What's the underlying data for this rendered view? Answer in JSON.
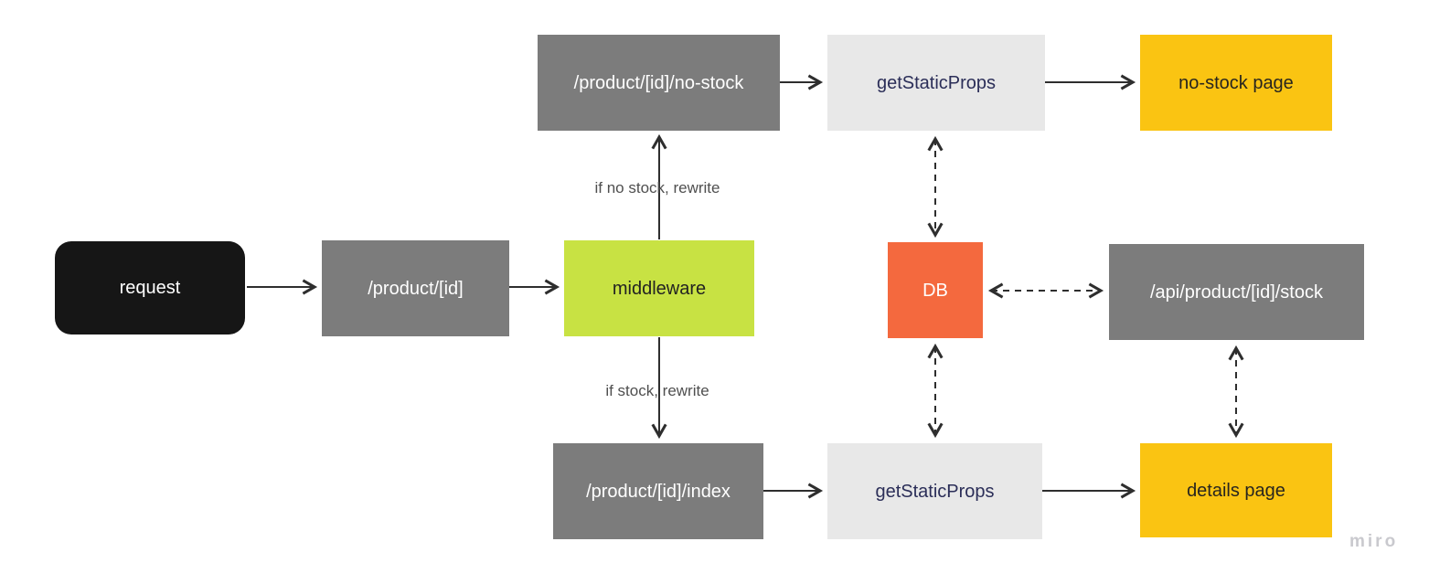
{
  "diagram": {
    "watermark": "miro",
    "colors": {
      "background": "#ffffff",
      "gray_node": "#7c7c7c",
      "light_gray_node": "#e8e8e8",
      "yellow_node": "#fac412",
      "lime_node": "#c8e243",
      "orange_node": "#f4693e",
      "black_node": "#161616",
      "connector": "#2e2e2e",
      "navy_text": "#2b2e58",
      "edge_label_text": "#4f4f4f",
      "watermark_text": "#c9c9ce"
    },
    "nodes": [
      {
        "id": "request",
        "label": "request",
        "shape": "rounded-rect",
        "color": "black"
      },
      {
        "id": "product-id",
        "label": "/product/[id]",
        "shape": "rect",
        "color": "gray"
      },
      {
        "id": "middleware",
        "label": "middleware",
        "shape": "rect",
        "color": "lime"
      },
      {
        "id": "product-id-no-stock",
        "label": "/product/[id]/no-stock",
        "shape": "rect",
        "color": "gray"
      },
      {
        "id": "get-static-props-top",
        "label": "getStaticProps",
        "shape": "rect",
        "color": "light-gray"
      },
      {
        "id": "no-stock-page",
        "label": "no-stock page",
        "shape": "rect",
        "color": "yellow"
      },
      {
        "id": "db",
        "label": "DB",
        "shape": "rect",
        "color": "orange"
      },
      {
        "id": "api-product-id-stock",
        "label": "/api/product/[id]/stock",
        "shape": "rect",
        "color": "gray"
      },
      {
        "id": "product-id-index",
        "label": "/product/[id]/index",
        "shape": "rect",
        "color": "gray"
      },
      {
        "id": "get-static-props-bottom",
        "label": "getStaticProps",
        "shape": "rect",
        "color": "light-gray"
      },
      {
        "id": "details-page",
        "label": "details page",
        "shape": "rect",
        "color": "yellow"
      }
    ],
    "edge_labels": {
      "no_stock": "if no stock, rewrite",
      "stock": "if stock, rewrite"
    },
    "edges": [
      {
        "from": "request",
        "to": "product-id",
        "style": "solid",
        "direction": "forward"
      },
      {
        "from": "product-id",
        "to": "middleware",
        "style": "solid",
        "direction": "forward"
      },
      {
        "from": "middleware",
        "to": "product-id-no-stock",
        "style": "solid",
        "direction": "forward",
        "label": "if no stock, rewrite"
      },
      {
        "from": "middleware",
        "to": "product-id-index",
        "style": "solid",
        "direction": "forward",
        "label": "if stock, rewrite"
      },
      {
        "from": "product-id-no-stock",
        "to": "get-static-props-top",
        "style": "solid",
        "direction": "forward"
      },
      {
        "from": "get-static-props-top",
        "to": "no-stock-page",
        "style": "solid",
        "direction": "forward"
      },
      {
        "from": "product-id-index",
        "to": "get-static-props-bottom",
        "style": "solid",
        "direction": "forward"
      },
      {
        "from": "get-static-props-bottom",
        "to": "details-page",
        "style": "solid",
        "direction": "forward"
      },
      {
        "from": "get-static-props-top",
        "to": "db",
        "style": "dashed",
        "direction": "both"
      },
      {
        "from": "db",
        "to": "get-static-props-bottom",
        "style": "dashed",
        "direction": "both"
      },
      {
        "from": "db",
        "to": "api-product-id-stock",
        "style": "dashed",
        "direction": "both"
      },
      {
        "from": "api-product-id-stock",
        "to": "details-page",
        "style": "dashed",
        "direction": "both"
      }
    ]
  }
}
